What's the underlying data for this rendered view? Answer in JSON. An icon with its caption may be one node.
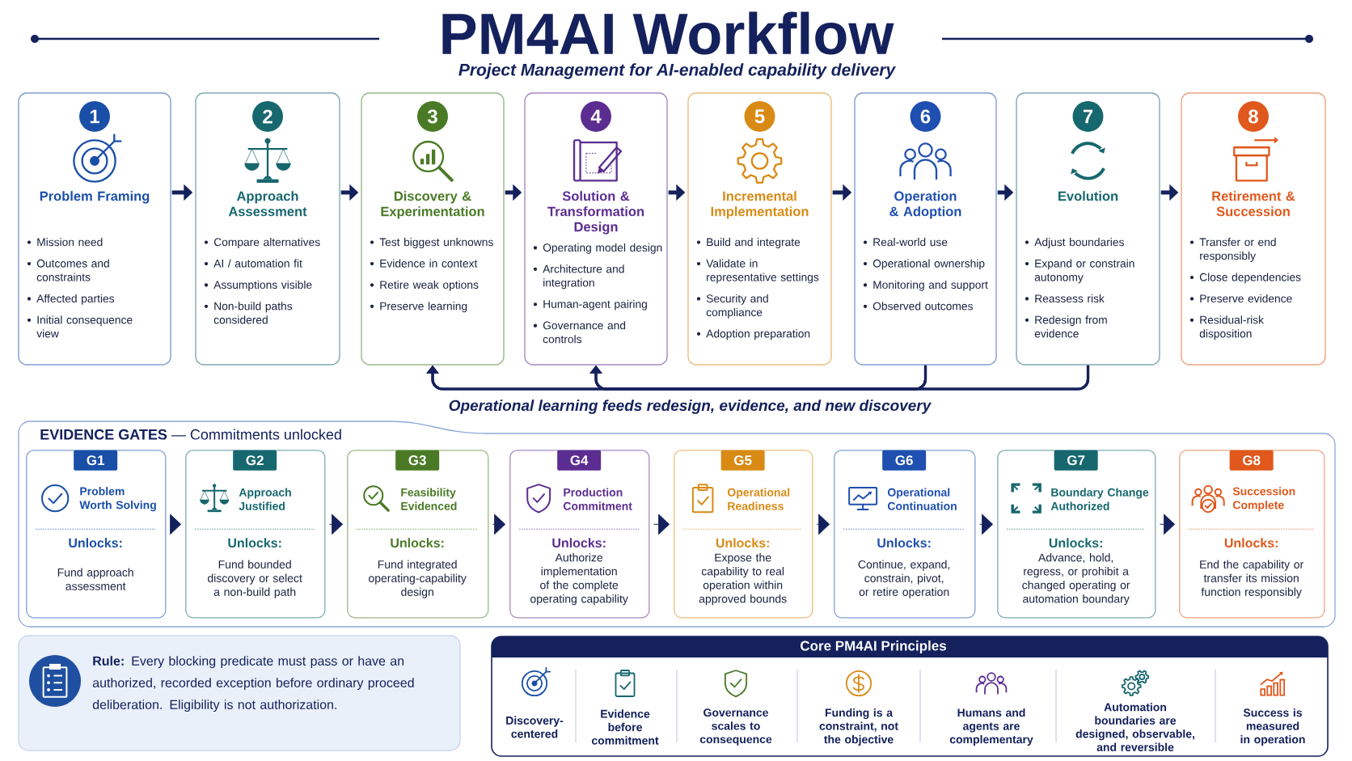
{
  "diagram": {
    "title": "PM4AI Workflow",
    "nodes": [
      {
        "text": [
          "1",
          "Problem Framing",
          "Mission need",
          "Outcomes and constraints",
          "Affected parties",
          "Initial consequence view"
        ]
      },
      {
        "text": [
          "2",
          "Approach Assessment",
          "Compare alternatives",
          "AI / automation fit",
          "Assumptions visible",
          "Non-build paths considered"
        ]
      },
      {
        "text": [
          "3",
          "Discovery & Experimentation",
          "Test biggest unknowns",
          "Evidence in context",
          "Retire weak options",
          "Preserve learning"
        ]
      },
      {
        "text": [
          "4",
          "Solution & Transformation Design",
          "Operating model design",
          "Architecture and integration",
          "Human-agent pairing",
          "Governance and controls"
        ]
      },
      {
        "text": [
          "5",
          "Incremental Implementation",
          "Build and integrate",
          "Validate in representative settings",
          "Security and compliance",
          "Adoption preparation"
        ]
      },
      {
        "text": [
          "6",
          "Operation & Adoption",
          "Real-world use",
          "Operational ownership",
          "Monitoring and support",
          "Observed outcomes"
        ]
      },
      {
        "text": [
          "7",
          "Evolution",
          "Adjust boundaries",
          "Expand or constrain autonomy",
          "Reassess risk",
          "Redesign from evidence"
        ]
      },
      {
        "text": [
          "8",
          "Retirement & Succession",
          "Transfer or end responsibly",
          "Close dependencies",
          "Preserve evidence",
          "Residual-risk disposition"
        ]
      },
      {
        "text": [
          "**EVIDENCE GATES** — Commitments unlocked"
        ]
      },
      {
        "text": [
          "G1",
          "Problem Worth Solving",
          "Unlocks:",
          "Fund approach assessment"
        ],
        "in": 8
      },
      {
        "text": [
          "G2",
          "Approach Justified",
          "Unlocks:",
          "Fund bounded discovery or select a non-build path"
        ],
        "in": 8
      },
      {
        "text": [
          "G3",
          "Feasibility Evidenced",
          "Unlocks:",
          "Fund integrated operating-capability design"
        ],
        "in": 8
      },
      {
        "text": [
          "G4",
          "Production Commitment",
          "Unlocks:",
          "Authorize implementation of the complete operating capability"
        ],
        "in": 8
      },
      {
        "text": [
          "G5",
          "Operational Readiness",
          "Unlocks:",
          "Expose the capability to real operation within approved bounds"
        ],
        "in": 8
      },
      {
        "text": [
          "G6",
          "Operational Continuation",
          "Unlocks:",
          "Continue, expand, constrain, pivot, or retire operation"
        ],
        "in": 8
      },
      {
        "text": [
          "G7",
          "Boundary Change Authorized",
          "Unlocks:",
          "Advance, hold, regress, or prohibit a changed operating or automation boundary"
        ],
        "in": 8
      },
      {
        "text": [
          "G8",
          "Succession Complete",
          "Unlocks:",
          "End the capability or transfer its mission function responsibly"
        ],
        "in": 8
      },
      {
        "text": [
          "**Rule:** Every blocking predicate must pass or have an authorized, recorded exception before ordinary proceed deliberation. Eligibility is not authorization."
        ]
      },
      {
        "text": [
          "Core PM4AI Principles"
        ]
      }
    ],
    "edges": [
      {
        "from": 0,
        "to": 1,
        "arrow": "to"
      },
      {
        "from": 1,
        "to": 2,
        "arrow": "to"
      },
      {
        "from": 2,
        "to": 3,
        "arrow": "to"
      },
      {
        "from": 3,
        "to": 4,
        "arrow": "to"
      },
      {
        "from": 4,
        "to": 5,
        "arrow": "to"
      },
      {
        "from": 5,
        "to": 6,
        "arrow": "to"
      },
      {
        "from": 6,
        "to": 7,
        "arrow": "to"
      },
      {
        "from": 5,
        "to": 2,
        "arrow": "to"
      },
      {
        "from": 5,
        "to": 3,
        "arrow": "to"
      },
      {
        "from": 6,
        "to": 2,
        "arrow": "to"
      },
      {
        "from": 6,
        "to": 3,
        "arrow": "to"
      },
      {
        "from": 9,
        "to": 10,
        "arrow": "to"
      },
      {
        "from": 10,
        "to": 11,
        "arrow": "to"
      },
      {
        "from": 11,
        "to": 12,
        "arrow": "to"
      },
      {
        "from": 12,
        "to": 13,
        "arrow": "to"
      },
      {
        "from": 13,
        "to": 14,
        "arrow": "to"
      },
      {
        "from": 14,
        "to": 15,
        "arrow": "to"
      },
      {
        "from": 15,
        "to": 16,
        "arrow": "to"
      }
    ],
    "labels": [
      "Project Management for AI-enabled capability delivery",
      "Operational learning feeds redesign, evidence, and new discovery",
      "Discovery-centered",
      "Evidence before commitment",
      "Governance scales to consequence",
      "Funding is a constraint, not the objective",
      "Humans and agents are complementary",
      "Automation boundaries are designed, observable, and reversible",
      "Success is measured in operation"
    ]
  }
}
